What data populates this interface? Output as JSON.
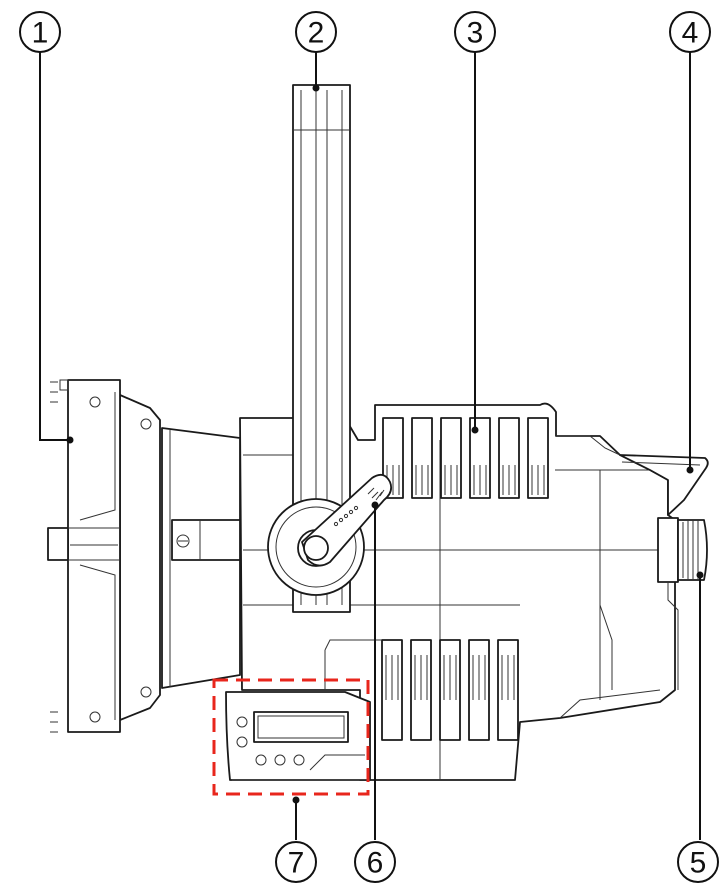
{
  "callouts": [
    {
      "id": "1",
      "label": "1"
    },
    {
      "id": "2",
      "label": "2"
    },
    {
      "id": "3",
      "label": "3"
    },
    {
      "id": "4",
      "label": "4"
    },
    {
      "id": "5",
      "label": "5"
    },
    {
      "id": "6",
      "label": "6"
    },
    {
      "id": "7",
      "label": "7"
    }
  ],
  "colors": {
    "line": "#1a1a1a",
    "highlight": "#e8261c"
  },
  "icons": [
    "fixture-drawing",
    "lens-barrel",
    "yoke-bracket",
    "cooling-fins",
    "handle",
    "knob",
    "tilt-lever",
    "control-panel"
  ]
}
